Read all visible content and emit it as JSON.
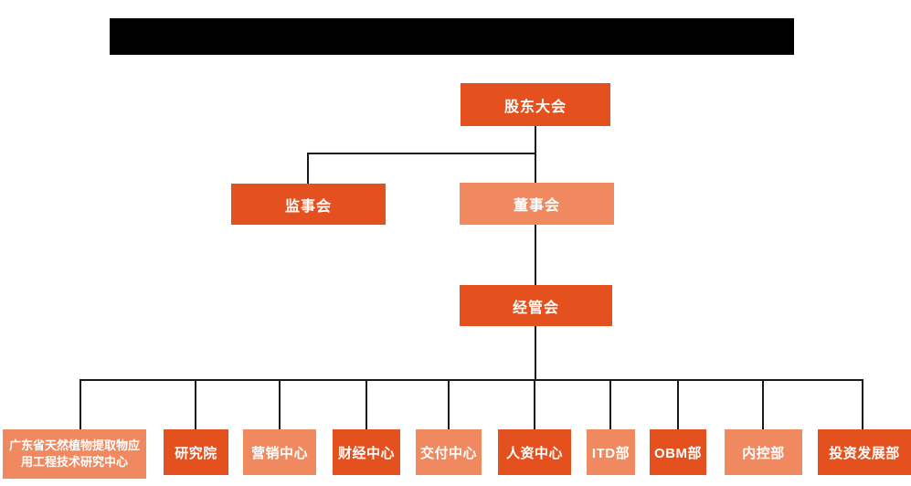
{
  "colors": {
    "page_background": "#ffffff",
    "node_dark": "#E5511E",
    "node_light": "#F0895F",
    "node_text": "#ffffff",
    "connector": "#1a1a1a",
    "redacted_bar": "#000000"
  },
  "org_chart": {
    "nodes": {
      "shareholders": {
        "label": "股东大会",
        "variant": "dark"
      },
      "supervisory": {
        "label": "监事会",
        "variant": "dark"
      },
      "board": {
        "label": "董事会",
        "variant": "light"
      },
      "management": {
        "label": "经管会",
        "variant": "dark"
      },
      "gd_center": {
        "label": "广东省天然植物提取物应用工程技术研究中心",
        "variant": "light"
      },
      "research": {
        "label": "研究院",
        "variant": "dark"
      },
      "marketing": {
        "label": "营销中心",
        "variant": "light"
      },
      "finance": {
        "label": "财经中心",
        "variant": "dark"
      },
      "delivery": {
        "label": "交付中心",
        "variant": "light"
      },
      "hr": {
        "label": "人资中心",
        "variant": "dark"
      },
      "itd": {
        "label": "ITD部",
        "variant": "light"
      },
      "obm": {
        "label": "OBM部",
        "variant": "dark"
      },
      "internal_control": {
        "label": "内控部",
        "variant": "light"
      },
      "investment": {
        "label": "投资发展部",
        "variant": "dark"
      }
    }
  }
}
